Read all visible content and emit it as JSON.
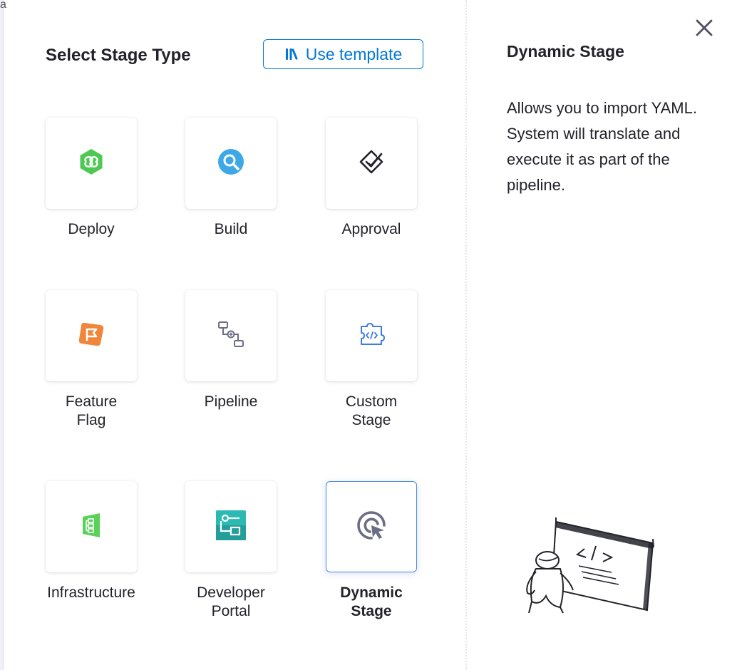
{
  "gutter_char": "a",
  "header": {
    "title": "Select Stage Type",
    "template_button_label": "Use template"
  },
  "tiles": [
    {
      "label": "Deploy",
      "icon": "deploy-icon",
      "color": "#4dc952"
    },
    {
      "label": "Build",
      "icon": "build-icon",
      "color": "#3ea8e6"
    },
    {
      "label": "Approval",
      "icon": "approval-icon",
      "color": "#22222a"
    },
    {
      "label": "Feature\nFlag",
      "icon": "feature-flag-icon",
      "color": "#f0863c"
    },
    {
      "label": "Pipeline",
      "icon": "pipeline-icon",
      "color": "#6b6d85"
    },
    {
      "label": "Custom\nStage",
      "icon": "custom-stage-icon",
      "color": "#3b7de0"
    },
    {
      "label": "Infrastructure",
      "icon": "infrastructure-icon",
      "color": "#5ad05a"
    },
    {
      "label": "Developer\nPortal",
      "icon": "developer-portal-icon",
      "color": "#2cb9b3"
    },
    {
      "label": "Dynamic\nStage",
      "icon": "dynamic-stage-icon",
      "color": "#6b6d85",
      "selected": true
    }
  ],
  "details": {
    "title": "Dynamic Stage",
    "description": "Allows you to import YAML. System will translate and execute it as part of the pipeline."
  },
  "colors": {
    "accent": "#0278d5",
    "selected_border": "#4e8ae0",
    "text": "#22222a"
  }
}
